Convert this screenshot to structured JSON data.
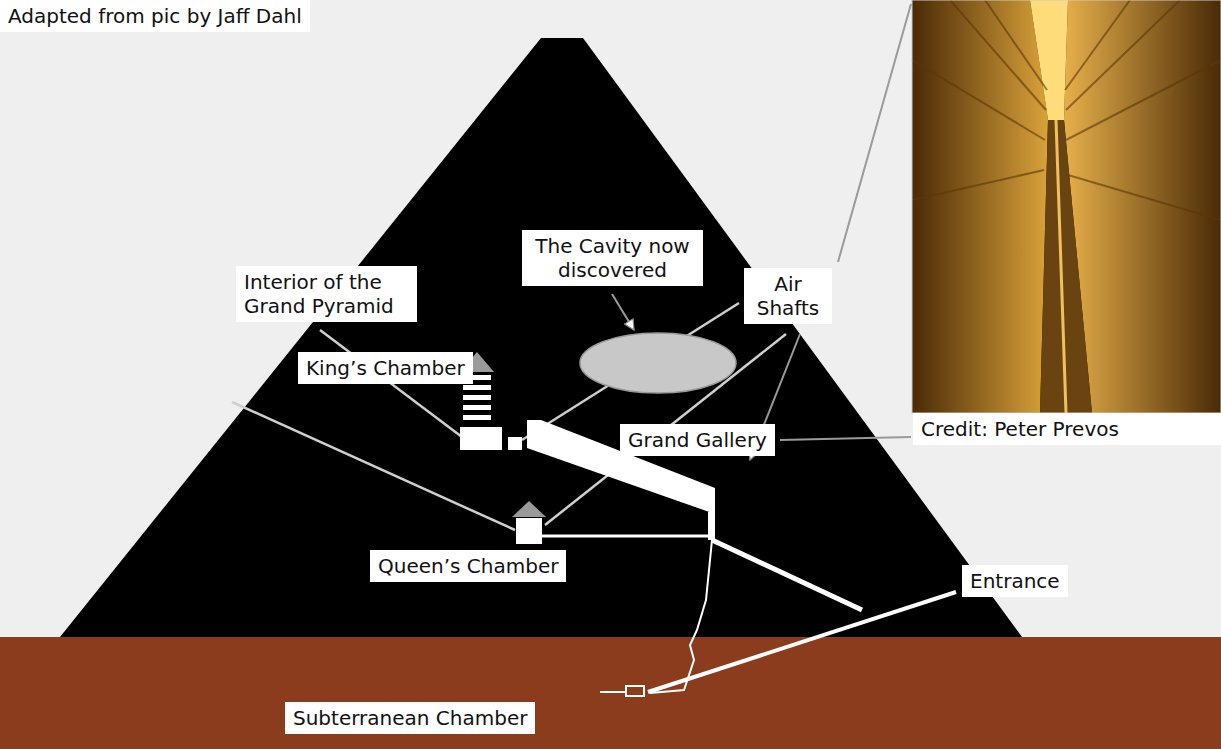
{
  "diagram": {
    "nodes": [
      {
        "text": [
          "Adapted from pic by Jaff Dahl"
        ]
      },
      {
        "text": [
          "Interior of the Grand Pyramid"
        ]
      },
      {
        "text": [
          "The Cavity now discovered"
        ]
      },
      {
        "text": [
          "Air Shafts"
        ]
      },
      {
        "text": [
          "King’s Chamber"
        ]
      },
      {
        "text": [
          "Grand Gallery"
        ]
      },
      {
        "text": [
          "Credit: Peter Prevos"
        ]
      },
      {
        "text": [
          "Entrance"
        ]
      },
      {
        "text": [
          "Queen’s Chamber"
        ]
      },
      {
        "text": [
          "Subterranean Chamber"
        ]
      }
    ]
  }
}
